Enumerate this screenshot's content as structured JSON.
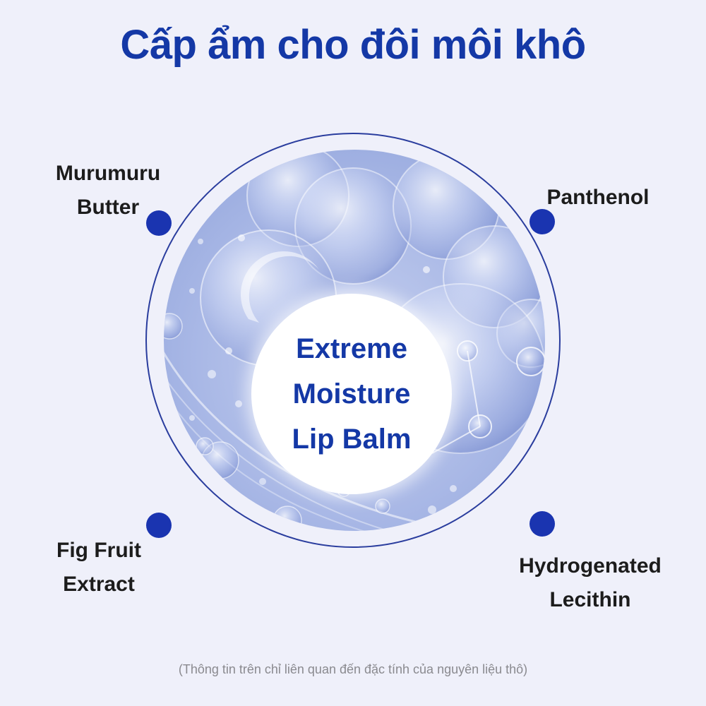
{
  "title": "Cấp ẩm cho đôi môi khô",
  "product": {
    "lines": [
      "Extreme",
      "Moisture",
      "Lip Balm"
    ]
  },
  "ingredients": {
    "top_left": [
      "Murumuru",
      "Butter"
    ],
    "top_right": [
      "Panthenol"
    ],
    "bottom_left": [
      "Fig Fruit",
      "Extract"
    ],
    "bottom_right": [
      "Hydrogenated",
      "Lecithin"
    ]
  },
  "footnote": "(Thông tin trên chỉ liên quan đến đặc tính của nguyên liệu thô)",
  "colors": {
    "accent": "#1438a6",
    "dot": "#1a34b0",
    "background": "#eff0fa"
  }
}
